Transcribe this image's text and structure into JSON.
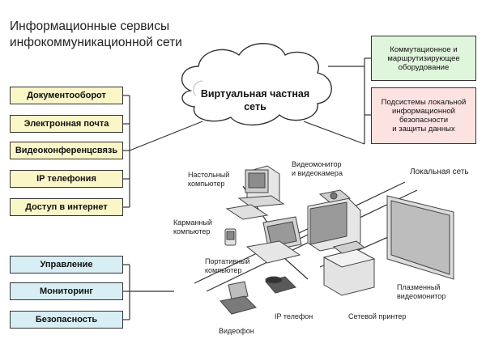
{
  "title": {
    "line1": "Информационные сервисы",
    "line2": "инфокоммуникационной сети"
  },
  "services_top": [
    "Документооборот",
    "Электронная почта",
    "Видеоконференцсвязь",
    "IP телефония",
    "Доступ в интернет"
  ],
  "services_bottom": [
    "Управление",
    "Мониторинг",
    "Безопасность"
  ],
  "cloud_label": "Виртуальная частная\nсеть",
  "infra": {
    "switching": "Коммутационное и\nмаршрутизирующее\nоборудование",
    "security": "Подсистемы локальной\nинформационной\nбезопасности\nи защиты данных"
  },
  "local_network_label": "Локальная сеть",
  "devices": {
    "desktop": "Настольный\nкомпьютер",
    "video_monitor": "Видеомонитор\nи видеокамера",
    "pocket_pc": "Карманный\nкомпьютер",
    "laptop": "Портативный\nкомпьютер",
    "plasma": "Плазменный\nвидеомонитор",
    "ip_phone": "IP телефон",
    "printer": "Сетевой принтер",
    "videophone": "Видеофон"
  },
  "colors": {
    "service_top_fill": "#fbf6c8",
    "service_bottom_fill": "#d7eef5",
    "switching_fill": "#dff5dc",
    "security_fill": "#fde2e2"
  }
}
